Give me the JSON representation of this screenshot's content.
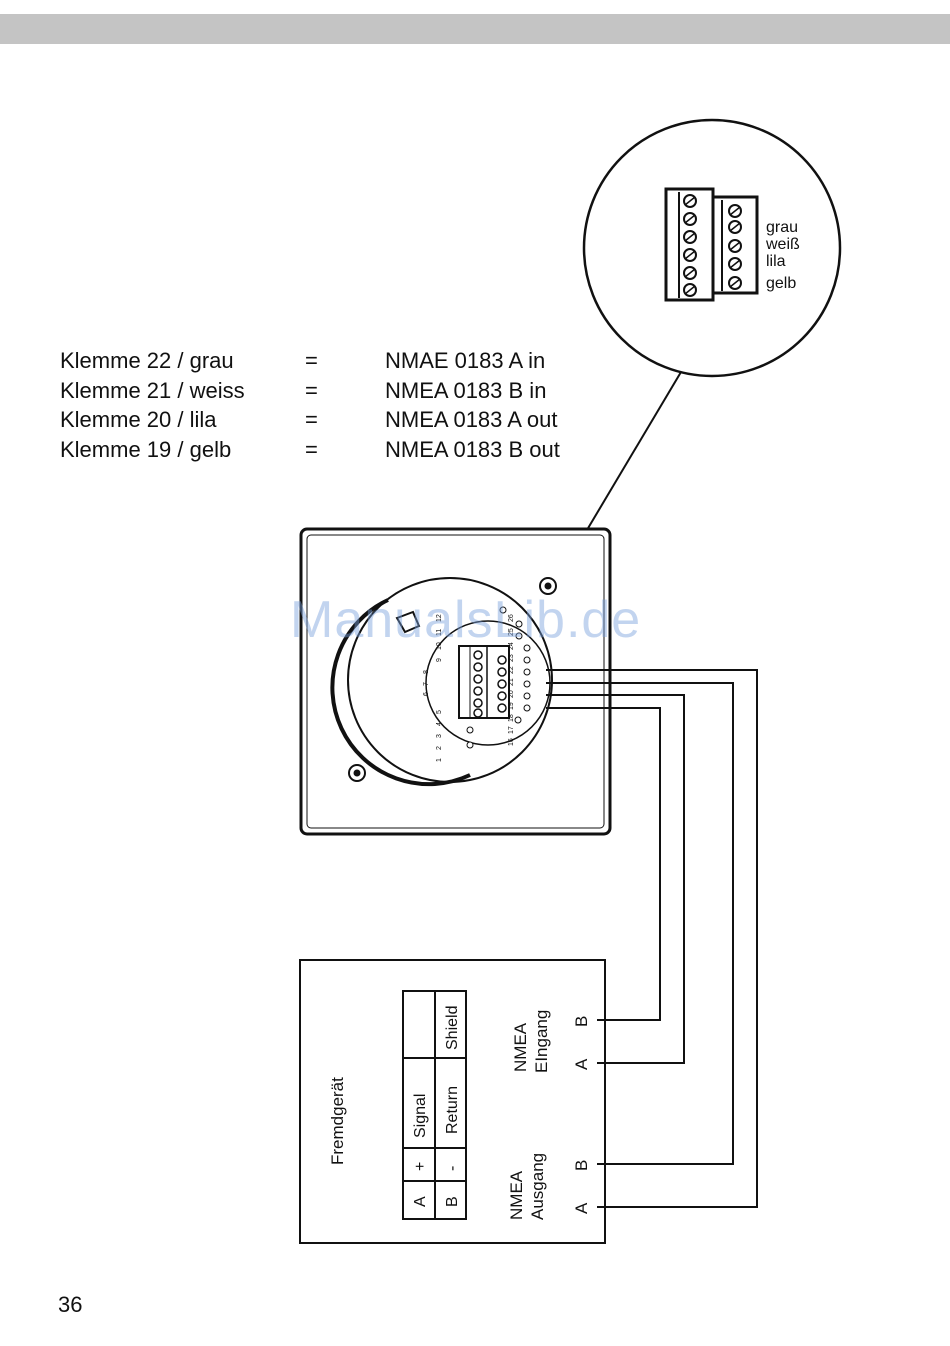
{
  "legend": [
    {
      "terminal": "Klemme 22 / grau",
      "equals": "=",
      "signal": "NMAE 0183 A in"
    },
    {
      "terminal": "Klemme 21 / weiss",
      "equals": "=",
      "signal": "NMEA 0183 B in"
    },
    {
      "terminal": "Klemme 20 / lila",
      "equals": "=",
      "signal": "NMEA 0183 A out"
    },
    {
      "terminal": "Klemme 19 / gelb",
      "equals": "=",
      "signal": "NMEA 0183 B out"
    }
  ],
  "detail": {
    "wire_colors": [
      "grau",
      "weiß",
      "lila",
      "gelb"
    ]
  },
  "instrument": {
    "terminal_numbers_left": [
      "1",
      "2",
      "3",
      "4",
      "5",
      "6",
      "7",
      "8",
      "9",
      "10",
      "11",
      "12"
    ],
    "terminal_numbers_right": [
      "16",
      "17",
      "18",
      "19",
      "20",
      "21",
      "22",
      "23",
      "24",
      "25",
      "26"
    ]
  },
  "device": {
    "name": "Fremdgerät",
    "table": {
      "row1": [
        "A",
        "+",
        "Signal",
        ""
      ],
      "row2": [
        "B",
        "-",
        "Return",
        "Shield"
      ]
    },
    "input_label_1": "NMEA",
    "input_label_2": "EIngang",
    "output_label_1": "NMEA",
    "output_label_2": "Ausgang",
    "input_B": "B",
    "input_A": "A",
    "output_B": "B",
    "output_A": "A"
  },
  "watermark": "ManualsLib.de",
  "page_number": "36"
}
